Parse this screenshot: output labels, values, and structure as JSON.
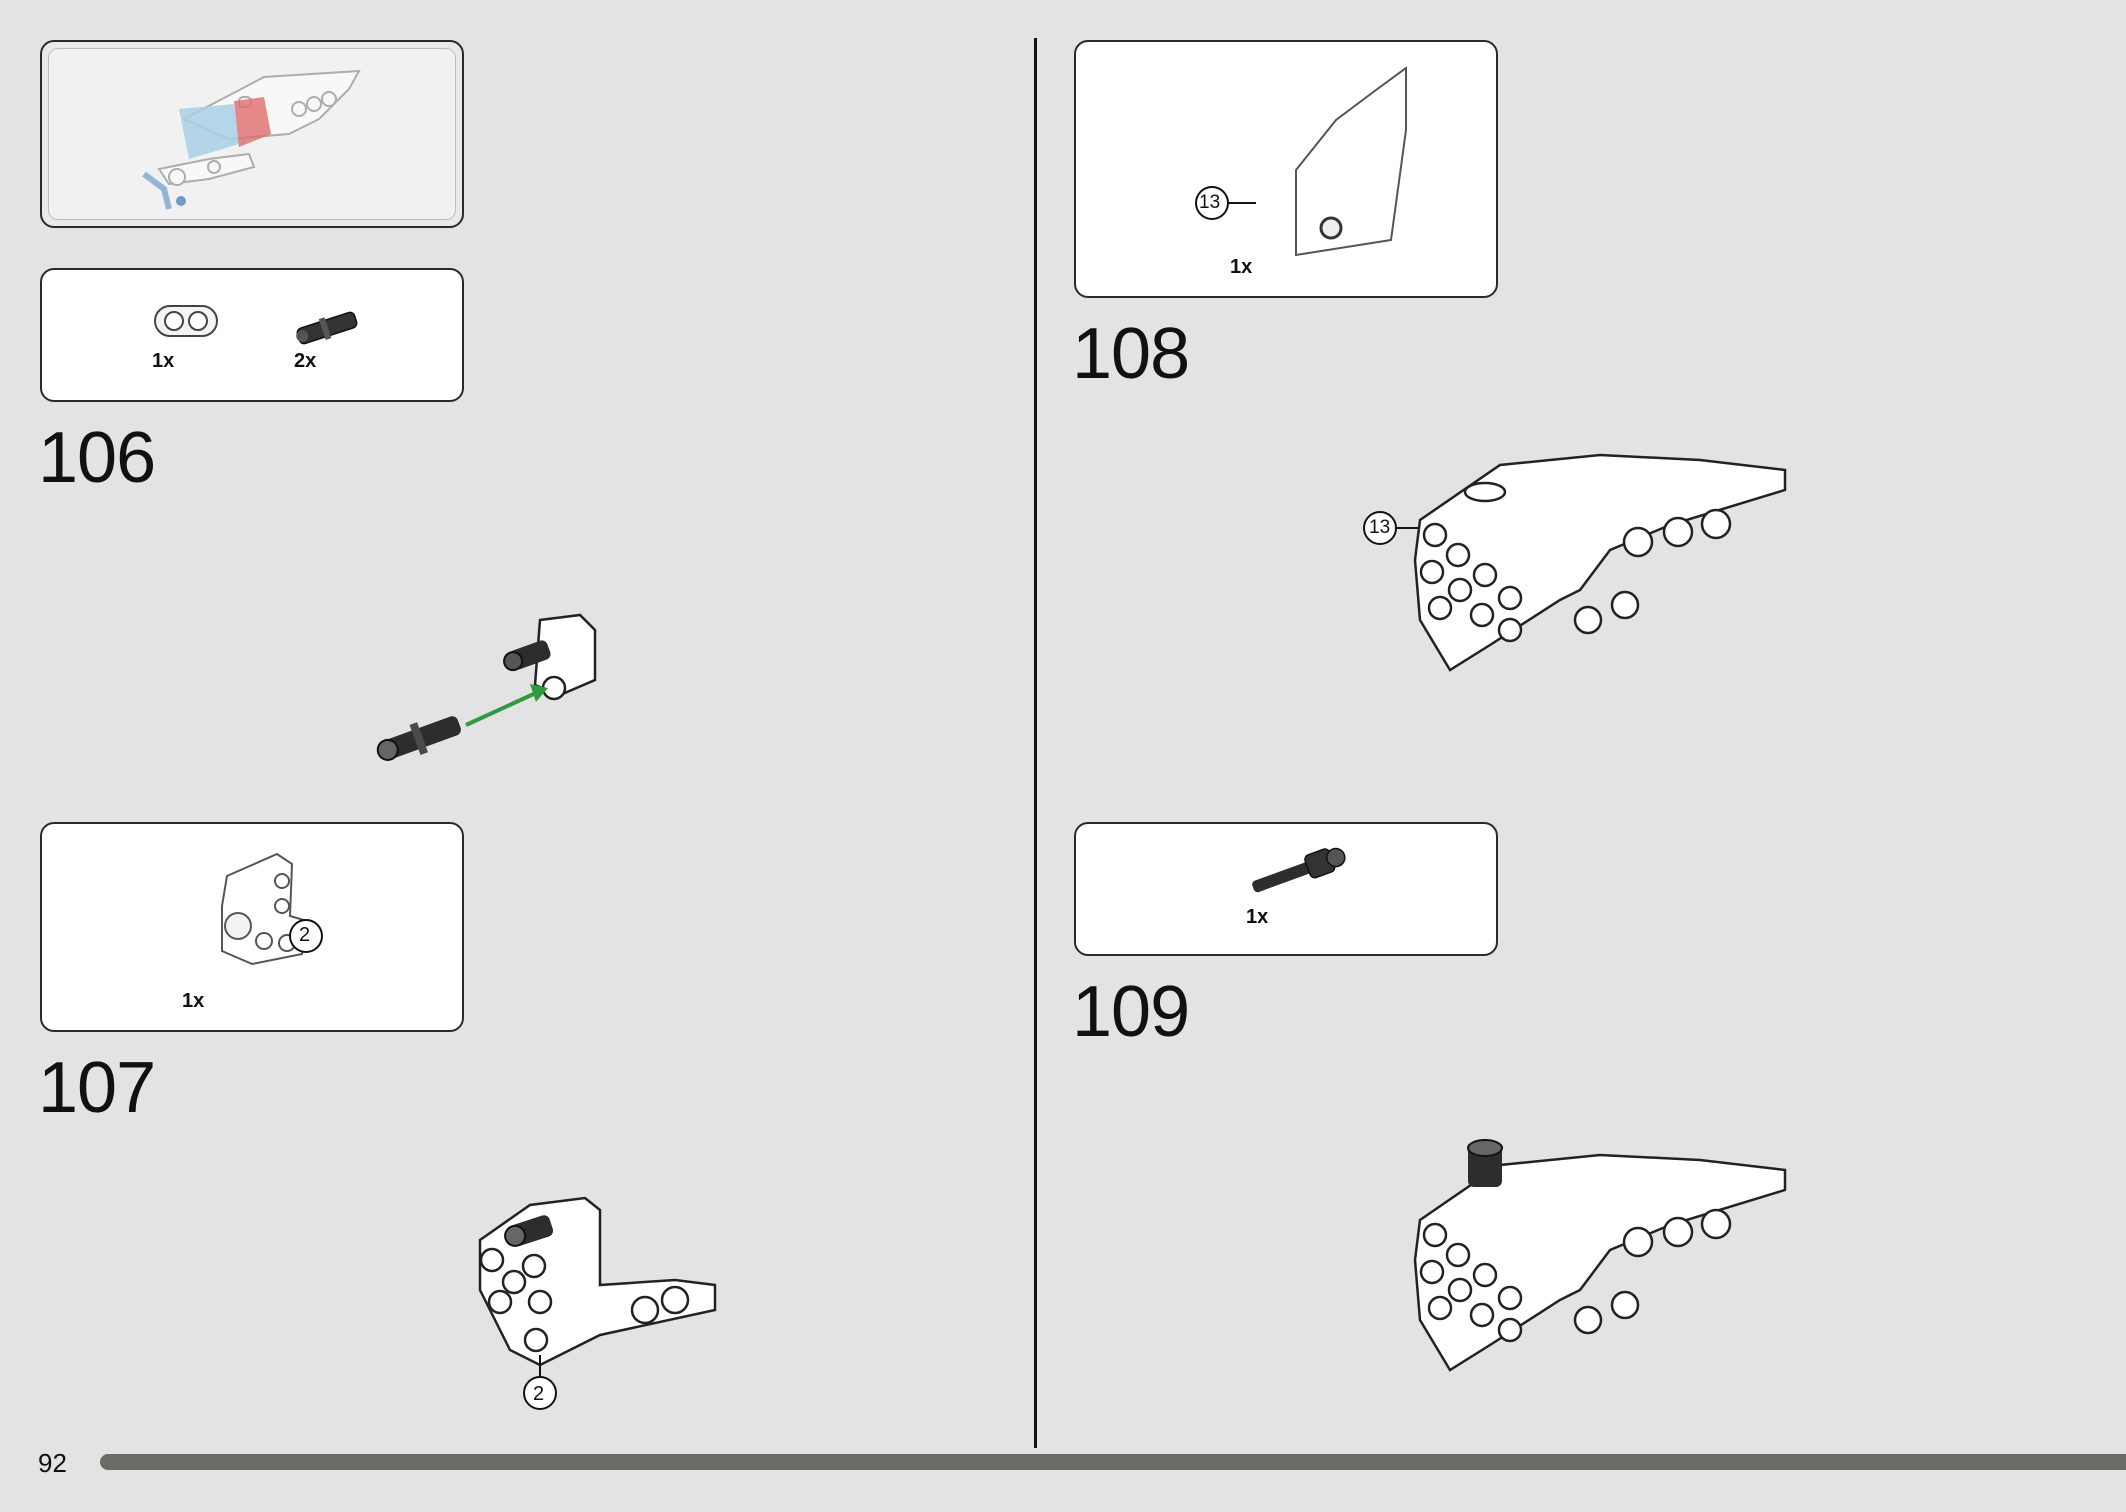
{
  "page": {
    "number": "92"
  },
  "steps": [
    {
      "number": "106",
      "parts": [
        {
          "qty": "1x",
          "part": "beam-connector-icon"
        },
        {
          "qty": "2x",
          "part": "axle-pin-icon"
        }
      ]
    },
    {
      "number": "107",
      "parts": [
        {
          "qty": "1x",
          "part": "corner-beam-icon"
        }
      ],
      "callout": "2"
    },
    {
      "number": "108",
      "parts": [
        {
          "qty": "1x",
          "part": "fairing-panel-icon"
        }
      ],
      "callout": "13"
    },
    {
      "number": "109",
      "parts": [
        {
          "qty": "1x",
          "part": "long-axle-pin-icon"
        }
      ]
    }
  ],
  "colors": {
    "background": "#e3e3e3",
    "arrow": "#2e9b3d",
    "highlight_red": "#e06b6b",
    "highlight_blue": "#a9cfe6",
    "bar": "#6b6b66"
  }
}
